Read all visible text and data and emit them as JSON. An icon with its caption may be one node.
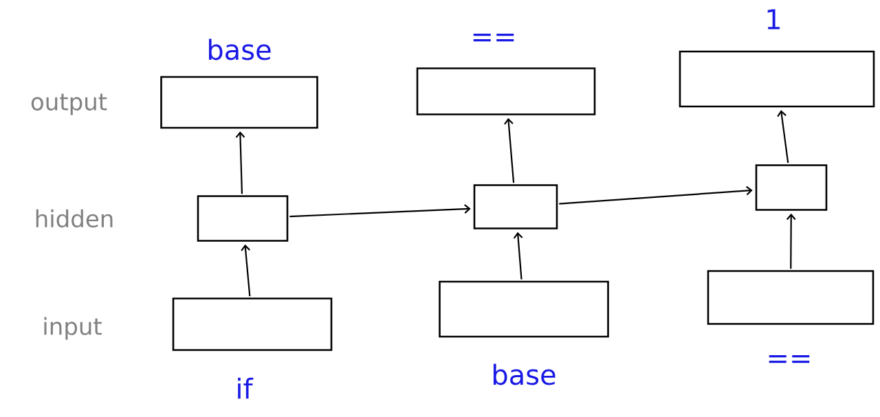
{
  "diagram": {
    "nodes": [
      {
        "text": [],
        "shape": "box",
        "beside": [
          "base"
        ]
      },
      {
        "text": [],
        "shape": "box",
        "beside": [
          "=="
        ]
      },
      {
        "text": [],
        "shape": "box",
        "beside": [
          "1"
        ]
      },
      {
        "text": [],
        "shape": "box"
      },
      {
        "text": [],
        "shape": "box"
      },
      {
        "text": [],
        "shape": "box"
      },
      {
        "text": [],
        "shape": "box",
        "beside": [
          "if"
        ]
      },
      {
        "text": [],
        "shape": "box",
        "beside": [
          "base"
        ]
      },
      {
        "text": [],
        "shape": "box",
        "beside": [
          "=="
        ]
      }
    ],
    "edges": [
      {
        "from": 6,
        "to": 3,
        "arrow": "to"
      },
      {
        "from": 3,
        "to": 0,
        "arrow": "to"
      },
      {
        "from": 7,
        "to": 4,
        "arrow": "to"
      },
      {
        "from": 4,
        "to": 1,
        "arrow": "to"
      },
      {
        "from": 8,
        "to": 5,
        "arrow": "to"
      },
      {
        "from": 5,
        "to": 2,
        "arrow": "to"
      },
      {
        "from": 3,
        "to": 4,
        "arrow": "to"
      },
      {
        "from": 4,
        "to": 5,
        "arrow": "to"
      }
    ],
    "labels": [
      "output",
      "hidden",
      "input"
    ]
  }
}
